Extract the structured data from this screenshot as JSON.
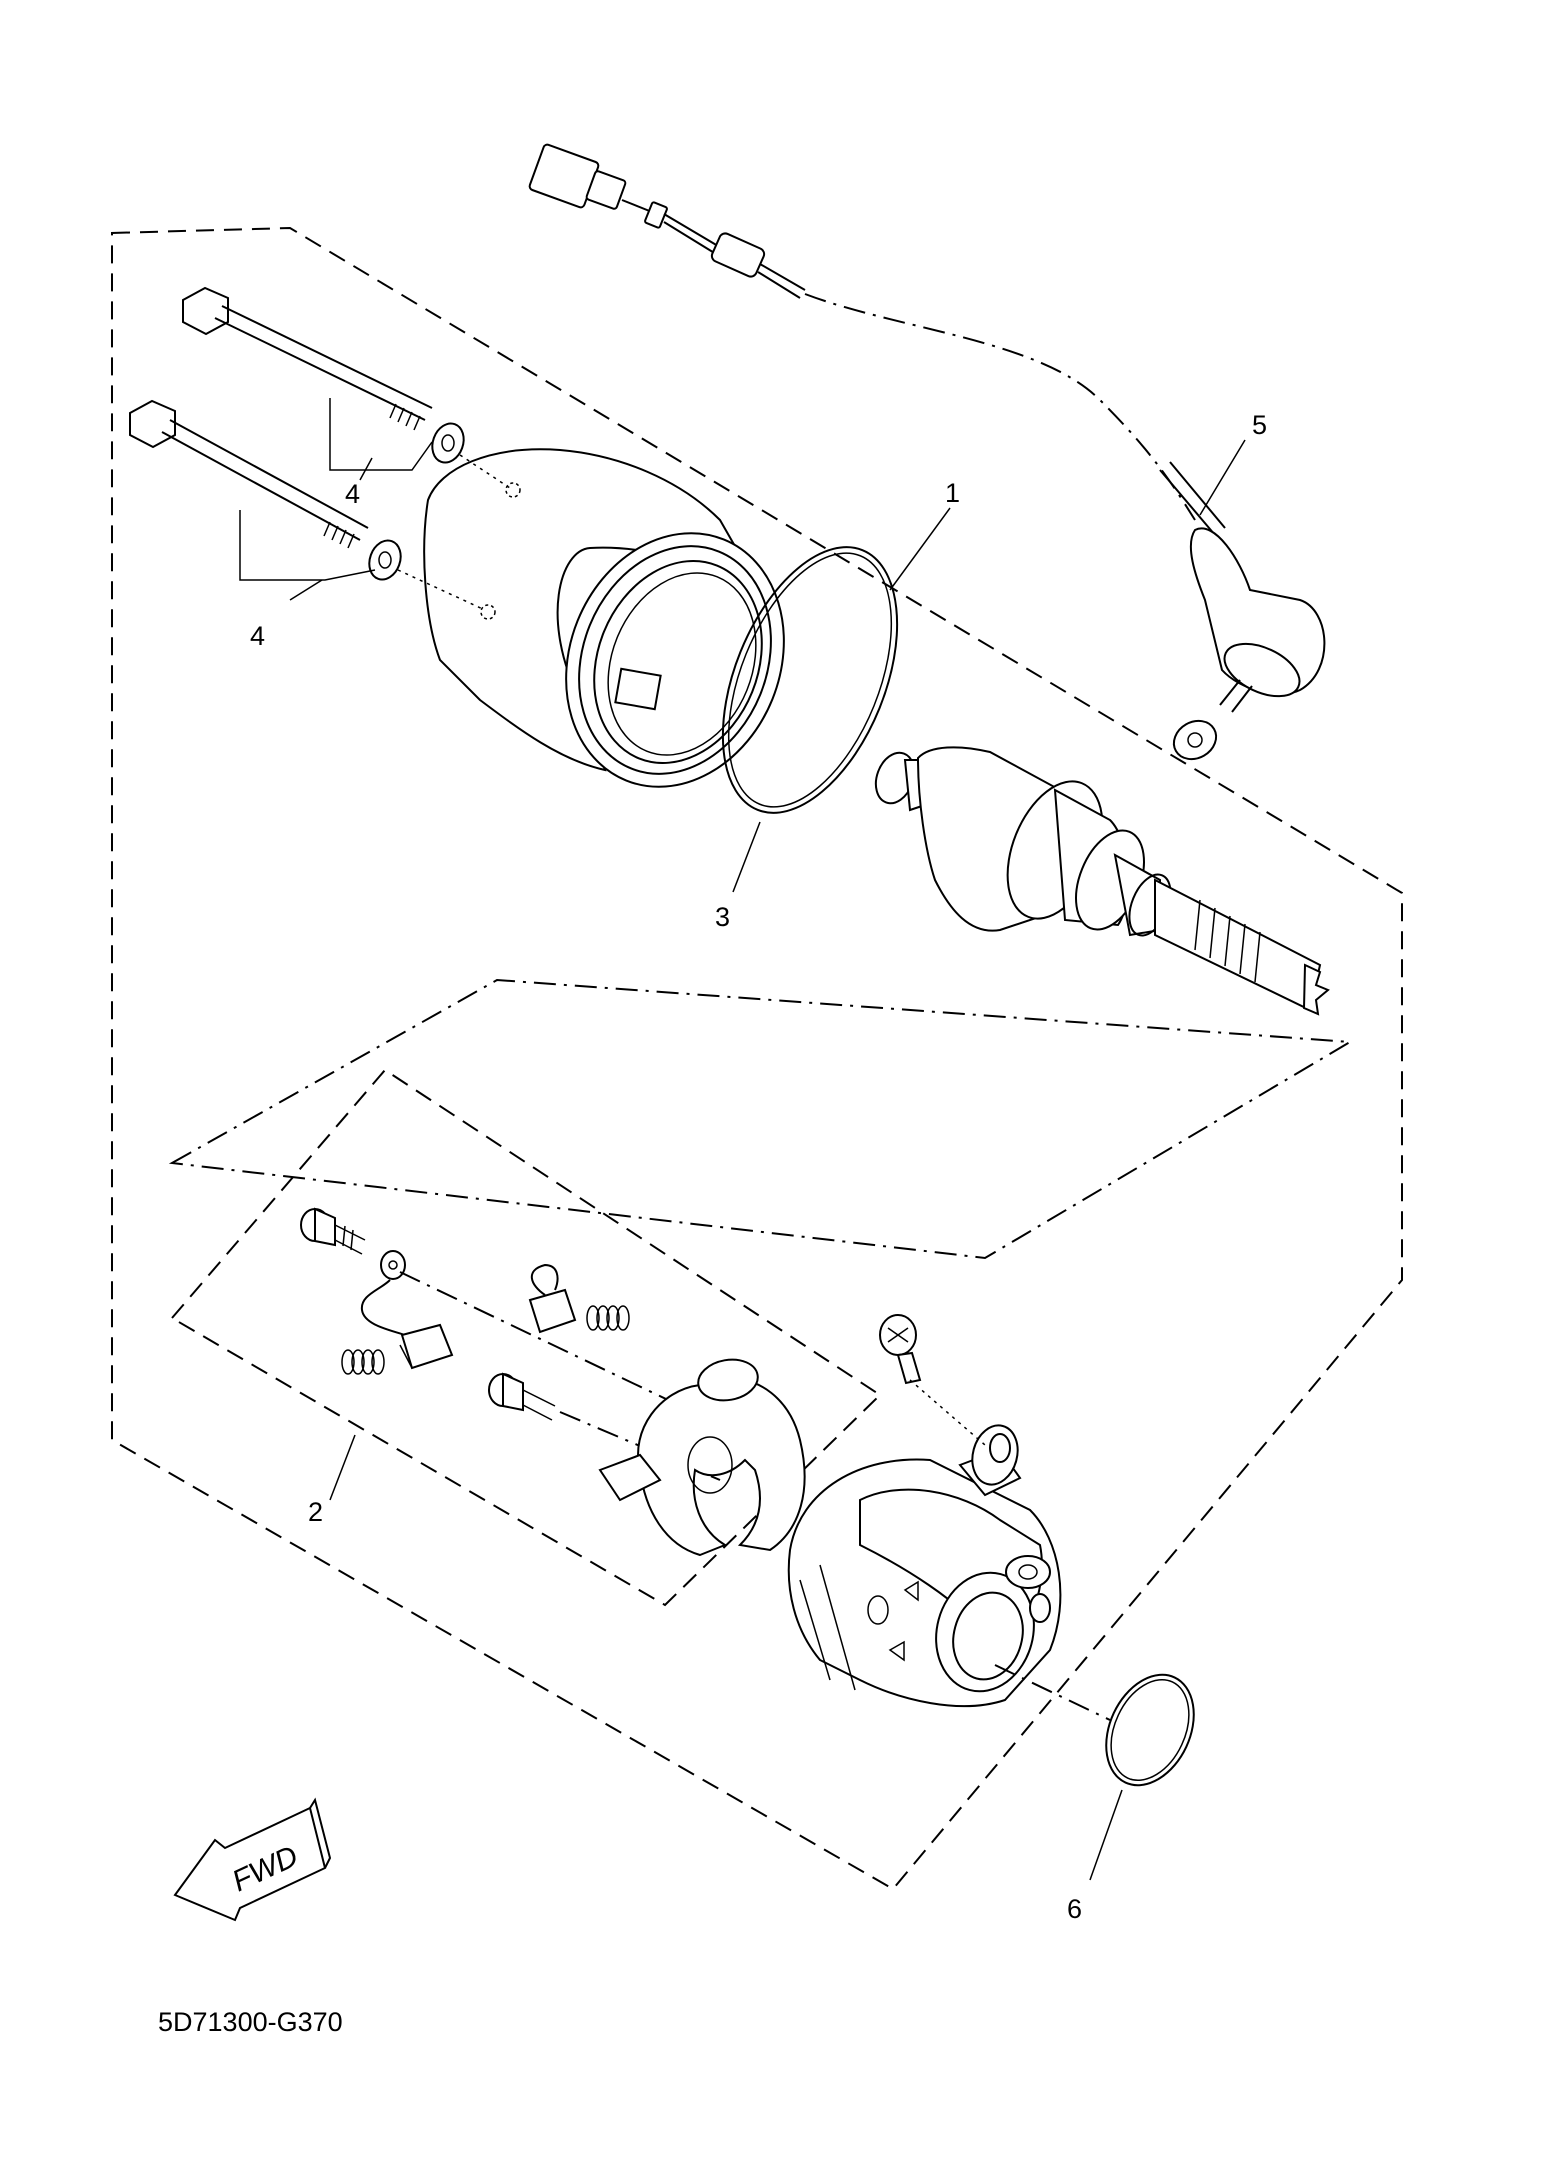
{
  "callouts": {
    "c1": "1",
    "c2": "2",
    "c3": "3",
    "c4a": "4",
    "c4b": "4",
    "c5": "5",
    "c6": "6"
  },
  "fwd_label": "FWD",
  "drawing_code": "5D71300-G370"
}
